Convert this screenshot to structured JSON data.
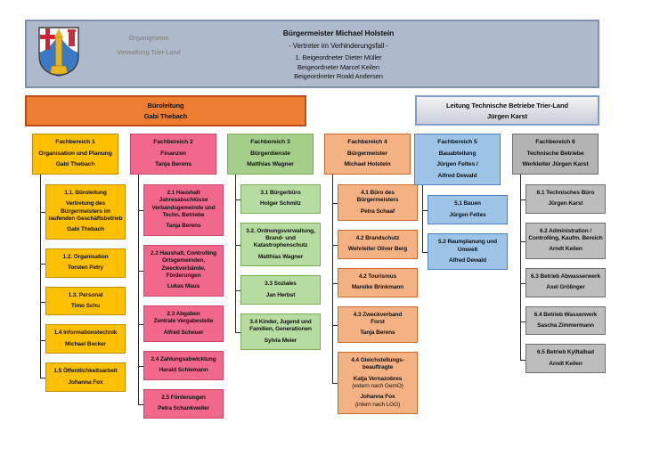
{
  "header": {
    "banner_fill": "#aeb9cb",
    "banner_border": "#8193ac",
    "logo": "trier-land-coat-of-arms",
    "org_label": {
      "line1": "Organigramm",
      "line2": "Verwaltung Trier-Land"
    },
    "title": "Bürgermeister Michael Holstein",
    "subtitle": "- Vertreter im Verhinderungsfall -",
    "deputies": [
      "1. Beigeordneter Dieter Müller",
      "Beigeordneter Marcel Keilen",
      "Beigeordneter Roald Andersen"
    ]
  },
  "bars": {
    "bueroleitung": {
      "title": "Büroleitung",
      "name": "Gabi Thebach",
      "fill": "#ED7D31",
      "border": "#BF4D12"
    },
    "leitung_technische_betriebe": {
      "title": "Leitung Technische Betriebe Trier-Land",
      "name": "Jürgen Karst",
      "border": "#7F9DC9"
    }
  },
  "orgchart": {
    "columns": [
      {
        "id": "fachbereich-1",
        "fill": "#FFC000",
        "header_fill": "#FFC000",
        "border": "#BF8F00",
        "header_lines": [
          "Fachbereich 1",
          "Organisation und Planung",
          "Gabi Thebach"
        ],
        "boxes": [
          {
            "lines": [
              "1.1. Büroleitung",
              "Vertretung des Bürgermeisters im laufenden Geschäftsbetrieb",
              "Gabi Thebach"
            ]
          },
          {
            "lines": [
              "1.2. Organisation",
              "Torsten Petry"
            ]
          },
          {
            "lines": [
              "1.3. Personal",
              "Timo Schu"
            ]
          },
          {
            "lines": [
              "1.4 Informationstechnik",
              "Michael Becker"
            ]
          },
          {
            "lines": [
              "1.5 Öffentlichkeitsarbeit",
              "Johanna Fox"
            ]
          }
        ]
      },
      {
        "id": "fachbereich-2",
        "fill": "#F2688C",
        "header_fill": "#F2688C",
        "border": "#C84A6B",
        "header_lines": [
          "Fachbereich 2",
          "Finanzen",
          "Tanja Berens"
        ],
        "boxes": [
          {
            "lines": [
              "2.1 Haushalt Jahresabschlüsse Verbandsgemeinde und Techn. Betriebe",
              "Tanja Berens"
            ]
          },
          {
            "lines": [
              "2.2 Haushalt, Controlling Ortsgemeinden, Zweckverbände, Förderungen",
              "Lukas Maus"
            ]
          },
          {
            "lines": [
              "2.3 Abgaben",
              {
                "text": "Zentrale Vergabestelle",
                "tight": true
              },
              "Alfred Scheuer"
            ]
          },
          {
            "lines": [
              "2.4 Zahlungsabwicklung",
              "Harald Schiemann"
            ]
          },
          {
            "lines": [
              "2.5 Förderungen",
              "Petra Schankweiler"
            ]
          }
        ]
      },
      {
        "id": "fachbereich-3",
        "fill": "#B7DCA2",
        "header_fill": "#A6CE8B",
        "border": "#79AD58",
        "header_lines": [
          "Fachbereich 3",
          "Bürgerdienste",
          "Matthias Wagner"
        ],
        "boxes": [
          {
            "lines": [
              "3.1 Bürgerbüro",
              "Holger Schmitz"
            ]
          },
          {
            "lines": [
              "3.2. Ordnungsverwaltung, Brand- und Katastrophenschutz",
              "Matthias Wagner"
            ]
          },
          {
            "lines": [
              "3.3 Soziales",
              "Jan Herbst"
            ]
          },
          {
            "lines": [
              "3.4 Kinder, Jugend und Familien, Generationen",
              "Sylvia Meier"
            ]
          }
        ]
      },
      {
        "id": "fachbereich-4",
        "fill": "#F4B183",
        "header_fill": "#F4B183",
        "border": "#C96A2E",
        "header_lines": [
          "Fachbereich 4",
          "Bürgermeister",
          "Michael Holstein"
        ],
        "boxes": [
          {
            "lines": [
              "4.1 Büro des Bürgermeisters",
              "Petra Schaaf"
            ]
          },
          {
            "lines": [
              "4.2 Brandschutz",
              "Wehrleiter Oliver Berg"
            ]
          },
          {
            "lines": [
              "4.2 Tourismus",
              "Mareike Brinkmann"
            ]
          },
          {
            "lines": [
              "4.3 Zweckverband",
              {
                "text": "Forst",
                "tight": true
              },
              "Tanja Berens"
            ]
          },
          {
            "lines": [
              "4.4 Gleichstellungs-beauftragte",
              "Katja Vernazobres",
              {
                "text": "(extern nach GemO)",
                "bold": false
              },
              "Johanna Fox",
              {
                "text": "(intern nach LGG)",
                "bold": false
              }
            ]
          }
        ]
      },
      {
        "id": "fachbereich-5",
        "fill": "#9DC3E6",
        "header_fill": "#9DC3E6",
        "border": "#4E81BD",
        "header_lines": [
          "Fachbereich 5",
          "Bauabteilung",
          "Jürgen Feltes /",
          "Alfred Dewald"
        ],
        "boxes": [
          {
            "lines": [
              "5.1 Bauen",
              "Jürgen Feltes"
            ]
          },
          {
            "lines": [
              "5.2 Raumplanung und Umwelt",
              "Alfred Dewald"
            ]
          }
        ]
      },
      {
        "id": "fachbereich-6",
        "fill": "#BDBDBD",
        "header_fill": "#B3B3B3",
        "border": "#707070",
        "header_lines": [
          "Fachbereich 6",
          "Technische Betriebe",
          "Werkleiter Jürgen Karst"
        ],
        "boxes": [
          {
            "lines": [
              "6.1 Technisches Büro",
              "Jürgen Karst"
            ]
          },
          {
            "lines": [
              "6.2 Administration / Controlling, Kaufm. Bereich",
              "Arndt Keilen"
            ]
          },
          {
            "lines": [
              "6.3 Betrieb Abwasserwerk",
              "Axel Grölinger"
            ]
          },
          {
            "lines": [
              "6.4 Betrieb Wasserwerk",
              "Sascha Zimmermann"
            ]
          },
          {
            "lines": [
              "6.5 Betrieb Kylltalbad",
              "Arndt Keilen"
            ]
          }
        ]
      }
    ]
  }
}
